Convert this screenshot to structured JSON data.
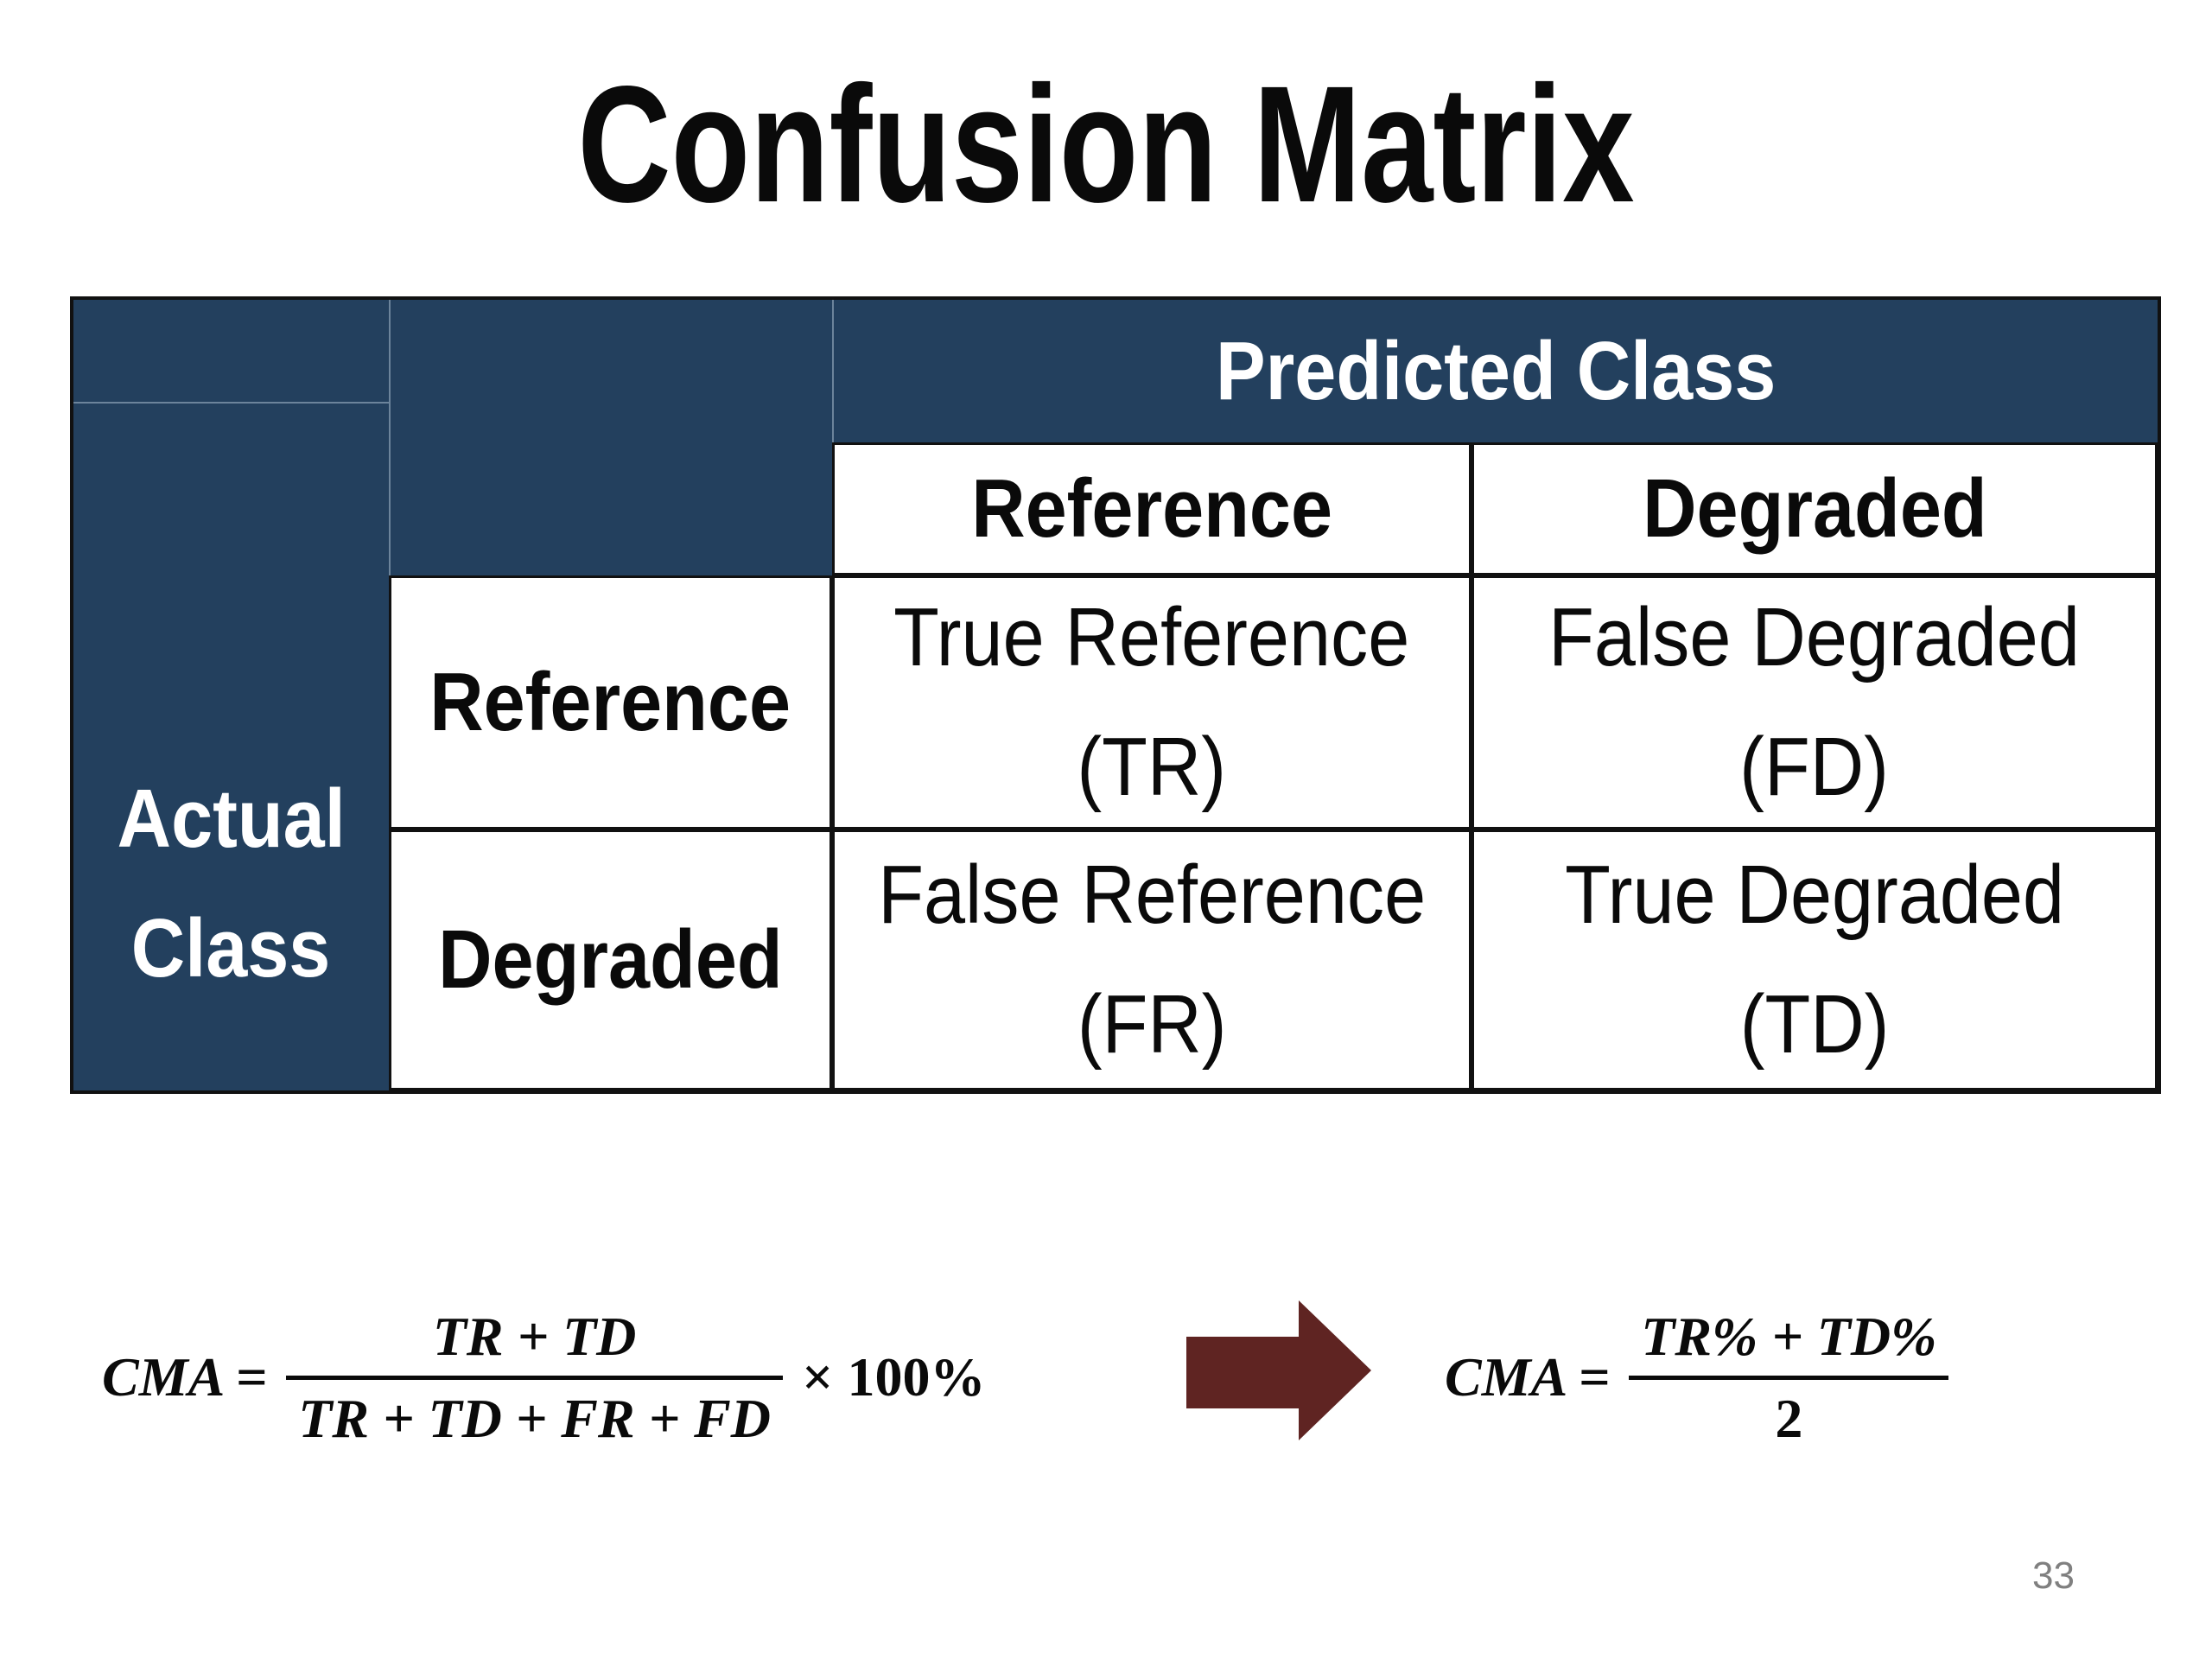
{
  "slide": {
    "title": "Confusion Matrix",
    "page_number": "33"
  },
  "matrix": {
    "predicted_header": "Predicted Class",
    "actual_header": {
      "line1": "Actual",
      "line2": "Class"
    },
    "col_headers": [
      {
        "label": "Reference"
      },
      {
        "label": "Degraded"
      }
    ],
    "rows": [
      {
        "label": "Reference",
        "cells": [
          {
            "name": "True Reference",
            "abbr": "(TR)"
          },
          {
            "name": "False Degraded",
            "abbr": "(FD)"
          }
        ]
      },
      {
        "label": "Degraded",
        "cells": [
          {
            "name": "False Reference",
            "abbr": "(FR)"
          },
          {
            "name": "True Degraded",
            "abbr": "(TD)"
          }
        ]
      }
    ]
  },
  "formulas": {
    "left": {
      "lhs": "CMA =",
      "numerator": "TR + TD",
      "denominator": "TR + TD + FR + FD",
      "suffix": "× 100%"
    },
    "right": {
      "lhs": "CMA =",
      "numerator": "TR% + TD%",
      "denominator": "2"
    }
  },
  "icons": {
    "arrow": "right-block-arrow"
  },
  "colors": {
    "table_blue": "#23405e",
    "arrow_maroon": "#5f2422",
    "page_number_gray": "#808080"
  }
}
